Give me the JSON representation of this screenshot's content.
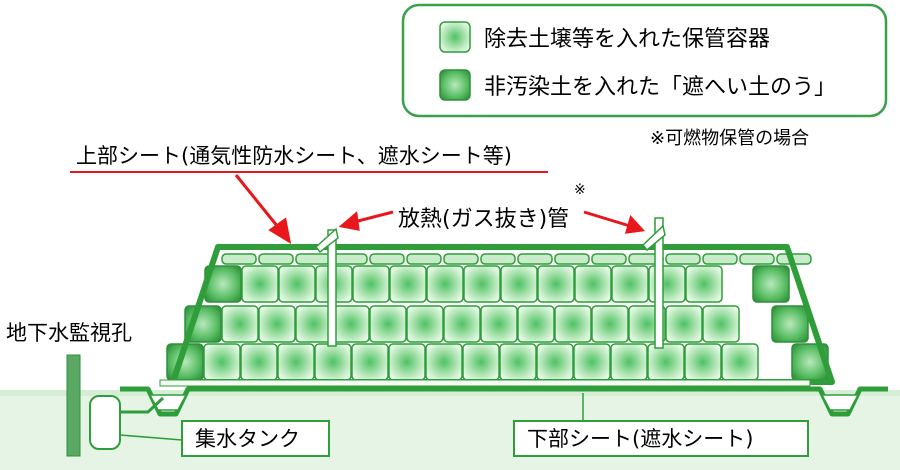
{
  "legend": {
    "item1": "除去土壌等を入れた保管容器",
    "item2": "非汚染土を入れた「遮へい土のう」"
  },
  "note": "※可燃物保管の場合",
  "labels": {
    "top_sheet": "上部シート(通気性防水シート、遮水シート等)",
    "vent_pipe": "放熱(ガス抜き)管",
    "vent_pipe_mark": "※",
    "well": "地下水監視孔",
    "tank": "集水タンク",
    "bottom_sheet": "下部シート(遮水シート)"
  },
  "colors": {
    "green": "#2f9e3a",
    "green_light": "#eaf6ea",
    "container": "#b8e6bc",
    "sandbag": "#4caf50",
    "red": "#e8171b"
  }
}
